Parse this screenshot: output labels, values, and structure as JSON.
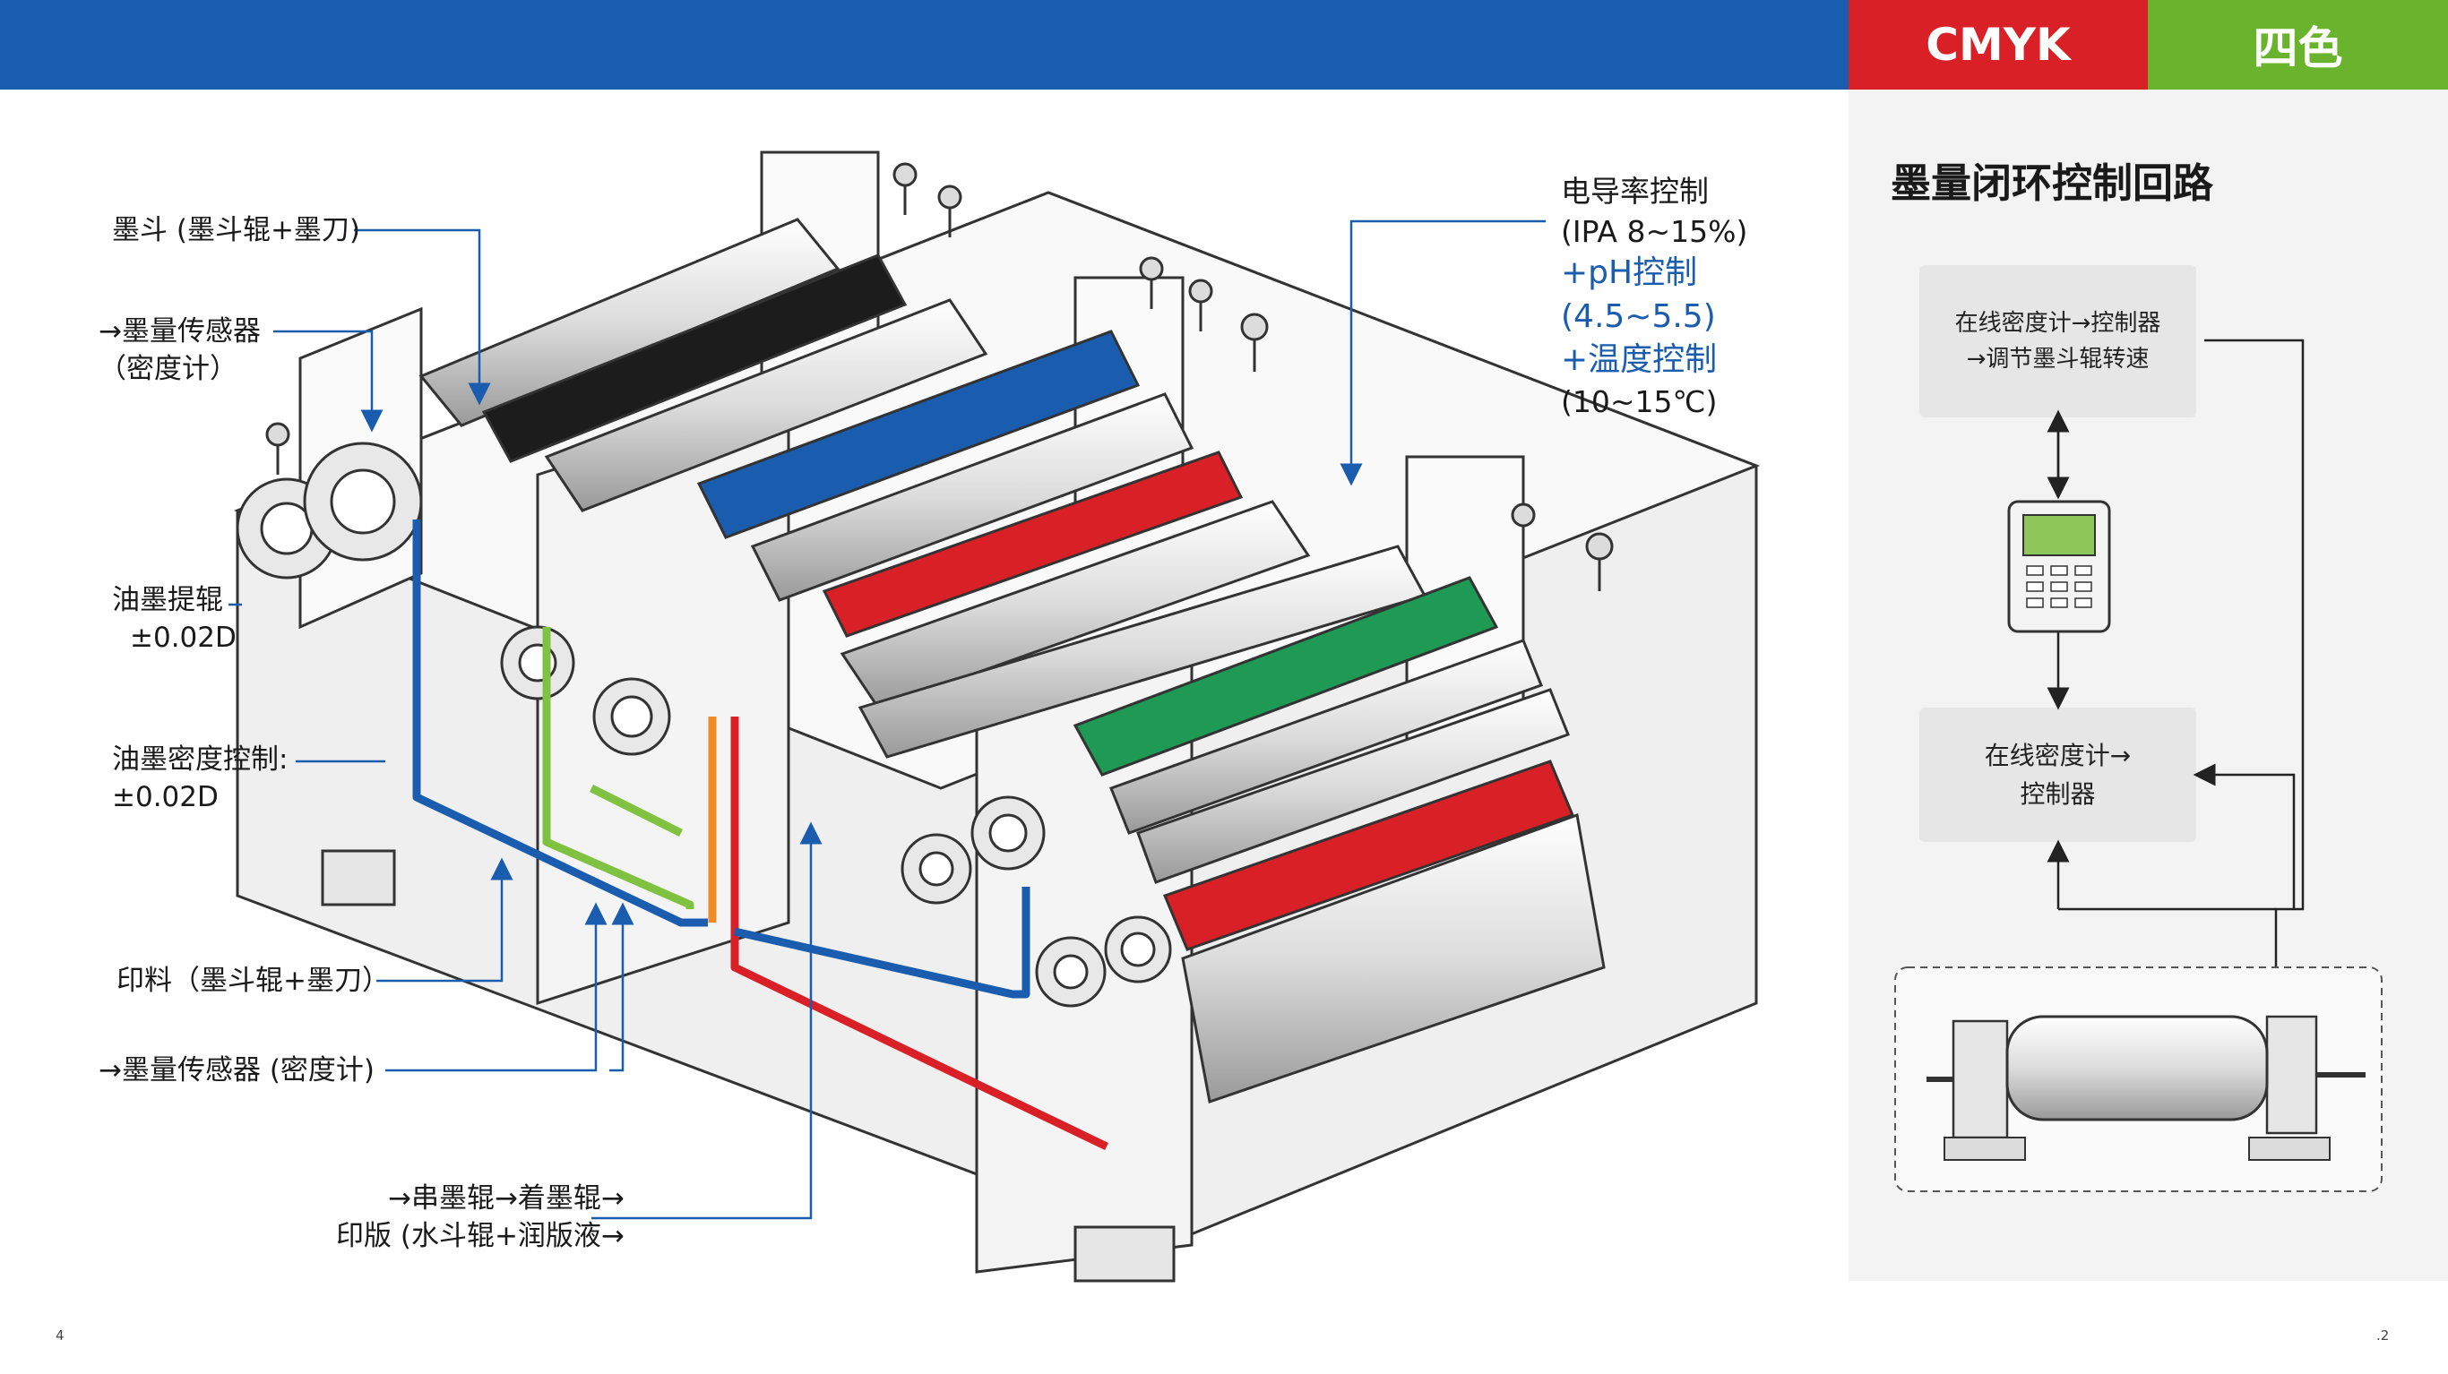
{
  "header": {
    "tag_cmyk": "CMYK",
    "tag_four_color": "四色",
    "colors": {
      "blue": "#1a5cad",
      "red": "#d92027",
      "green": "#6ab42d"
    }
  },
  "callouts_left": {
    "ink_fountain": "墨斗 (墨斗辊+墨刀)",
    "sensor_top_1": "→墨量传感器",
    "sensor_top_2": "（密度计）",
    "ink_lift_1": "油墨提辊",
    "ink_lift_2": "±0.02D",
    "ink_density_1": "油墨密度控制:",
    "ink_density_2": "±0.02D",
    "ink_supply": "印料（墨斗辊+墨刀）",
    "sensor_bottom": "→墨量传感器 (密度计)"
  },
  "callouts_bottom": {
    "line_1": "→串墨辊→着墨辊→",
    "line_2": "印版 (水斗辊+润版液→"
  },
  "callouts_right": {
    "conductivity": "电导率控制",
    "ipa": "(IPA 8~15%)",
    "ph": "+pH控制",
    "ph_range": "(4.5~5.5)",
    "temp": "+温度控制",
    "temp_range": "(10~15℃)"
  },
  "side_panel": {
    "title": "墨量闭环控制回路",
    "box_1_line_1": "在线密度计→控制器",
    "box_1_line_2": "→调节墨斗辊转速",
    "box_2_line_1": "在线密度计→",
    "box_2_line_2": "控制器",
    "controller_icon": "handheld-controller-icon",
    "roller_icon": "roller-assembly-icon"
  },
  "footer": {
    "page_left": "4",
    "page_right": ".2"
  },
  "machine": {
    "roller_colors": [
      "#1c1c1c",
      "#1a5cad",
      "#d92027",
      "#1f9a55",
      "#d92027"
    ],
    "flow_colors": [
      "#1a5cad",
      "#7fc241",
      "#d92027",
      "#f08a24"
    ]
  }
}
